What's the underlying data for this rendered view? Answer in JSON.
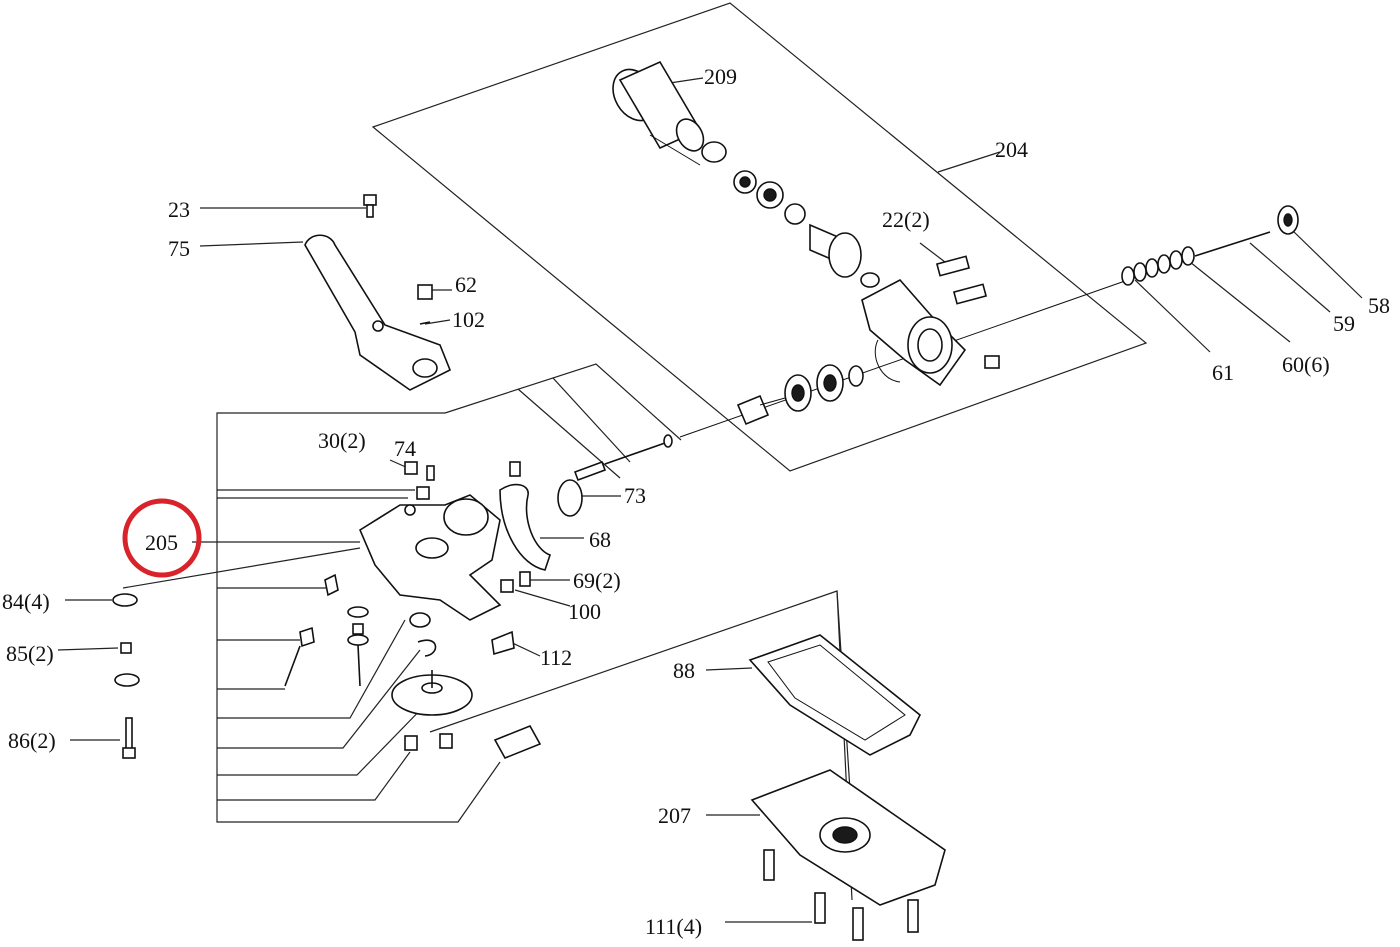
{
  "labels": {
    "l209": "209",
    "l204": "204",
    "l23": "23",
    "l75": "75",
    "l62": "62",
    "l102": "102",
    "l22_2": "22(2)",
    "l58": "58",
    "l59": "59",
    "l61": "61",
    "l60_6": "60(6)",
    "l30_2": "30(2)",
    "l74": "74",
    "l73": "73",
    "l205": "205",
    "l68": "68",
    "l69_2": "69(2)",
    "l100": "100",
    "l84_4": "84(4)",
    "l85_2": "85(2)",
    "l112": "112",
    "l86_2": "86(2)",
    "l88": "88",
    "l207": "207",
    "l111_4": "111(4)"
  },
  "highlight": {
    "color": "#d9232a",
    "target": "205"
  },
  "colors": {
    "line": "#222222",
    "part_fill": "#ffffff",
    "dark": "#1a1a1a"
  }
}
